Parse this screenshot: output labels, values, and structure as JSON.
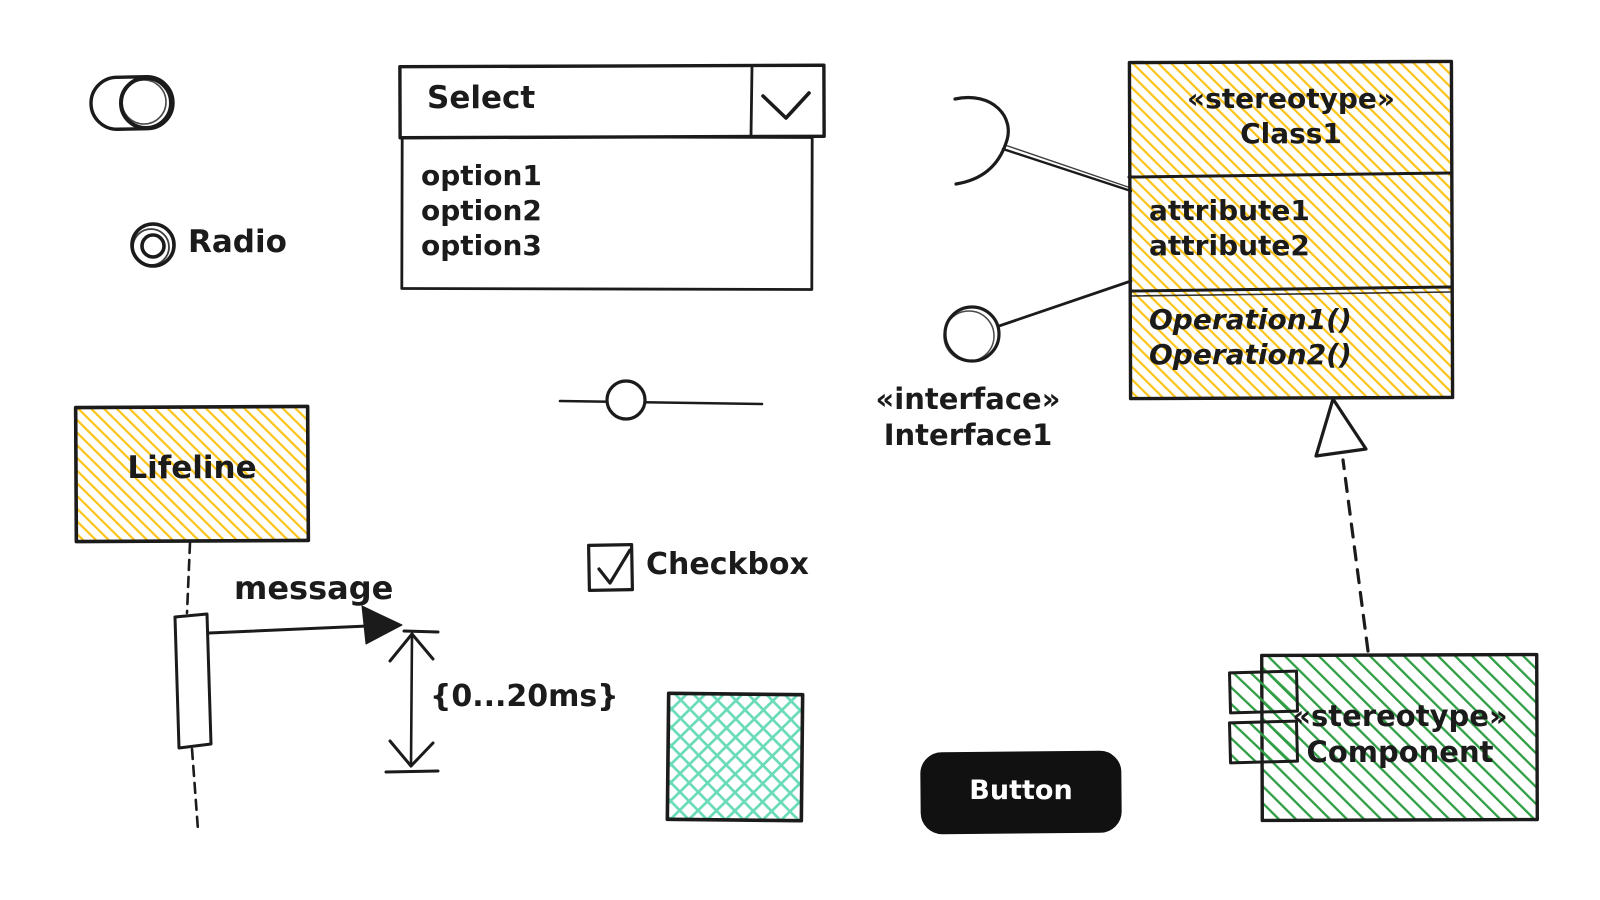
{
  "colors": {
    "ink": "#1b1b1b",
    "yellow_hachure": "#fcc419",
    "green_hachure": "#2f9e44",
    "teal_crosshatch": "#69dbb8",
    "button_bg": "#111111",
    "button_text": "#ffffff"
  },
  "radio": {
    "label": "Radio"
  },
  "select": {
    "value": "Select",
    "options": [
      "option1",
      "option2",
      "option3"
    ]
  },
  "uml_class": {
    "stereotype": "«stereotype»",
    "name": "Class1",
    "attributes": [
      "attribute1",
      "attribute2"
    ],
    "operations": [
      "Operation1()",
      "Operation2()"
    ]
  },
  "interface": {
    "stereotype": "«interface»",
    "name": "Interface1"
  },
  "sequence": {
    "lifeline_label": "Lifeline",
    "message_label": "message",
    "timing_constraint": "{0...20ms}"
  },
  "checkbox": {
    "label": "Checkbox"
  },
  "button": {
    "label": "Button"
  },
  "component": {
    "stereotype": "«stereotype»",
    "name": "Component"
  }
}
